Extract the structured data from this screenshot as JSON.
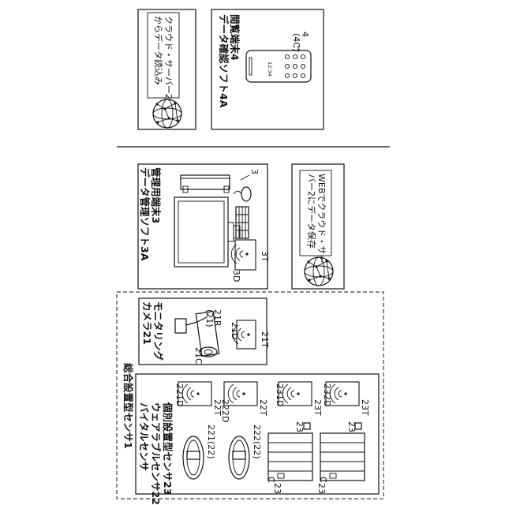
{
  "labels": {
    "cloud_read": [
      "クラウド・サーバー2",
      "からデータ読込み"
    ],
    "viewer_terminal": [
      "閲覧端末4",
      "データ確認ソフト4A"
    ],
    "ref_4": "4",
    "ref_4c": "(4C)",
    "phone_time": "12:34",
    "admin_terminal": [
      "管理用端末3",
      "データ管理ソフト3A"
    ],
    "ref_3": "3",
    "ref_3T": "3T",
    "ref_3D": "3D",
    "web_save": [
      "WEBでクラウド・サー",
      "バー2にデータ保存"
    ],
    "monitoring_camera": [
      "モニタリング",
      "カメラ21"
    ],
    "ref_21R": "21R",
    "ref_21_paren": "(21)",
    "ref_21D": "21D",
    "ref_21C": "21C",
    "ref_21T": "21T",
    "integrated_sensor": "総合設置型センサ1",
    "vital_sensor": "バイタルセンサ",
    "wearable_sensor": "ウェアラブルセンサ22",
    "individual_sensor": "個別設置型センサ23",
    "ref_221D": "221D",
    "ref_222D": "222D",
    "ref_231D": "231D",
    "ref_232D": "232D",
    "ref_22T_a": "22T",
    "ref_22T_b": "22T",
    "ref_23T_a": "23T",
    "ref_23T_b": "23T",
    "ref_221_22": "221(22)",
    "ref_222_22": "222(22)",
    "ref_23_a": "23",
    "ref_23_b": "23",
    "ref_23_c": "23",
    "ref_23_d": "23",
    "ref_C_a": "C",
    "ref_C_b": "C"
  }
}
